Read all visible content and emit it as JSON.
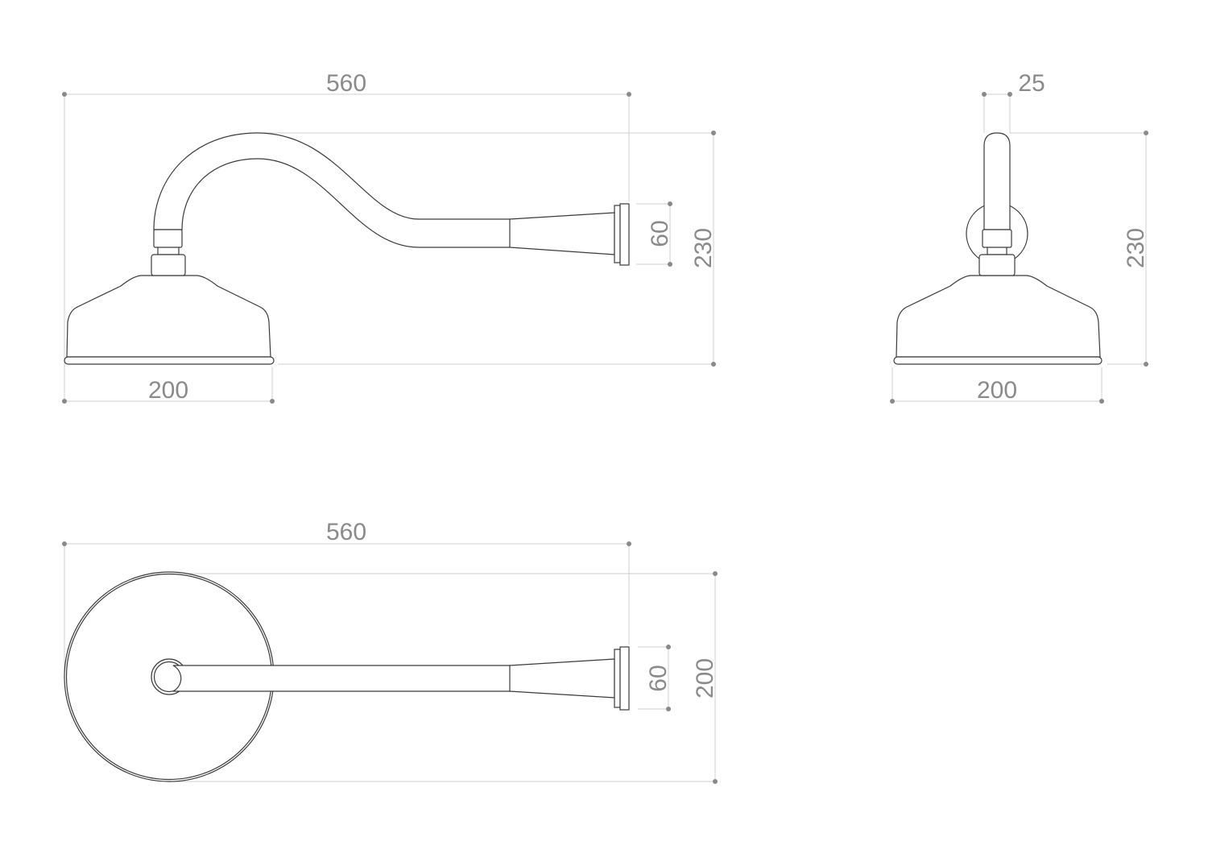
{
  "drawing": {
    "side_view": {
      "width_label": "560",
      "height_label": "230",
      "flange_label": "60",
      "head_label": "200"
    },
    "front_view": {
      "pipe_label": "25",
      "height_label": "230",
      "head_label": "200"
    },
    "plan_view": {
      "width_label": "560",
      "head_label": "200",
      "flange_label": "60"
    }
  },
  "colors": {
    "line": "#3a3a3a",
    "dimension": "#cfcfcf",
    "label": "#8a8a8a"
  }
}
